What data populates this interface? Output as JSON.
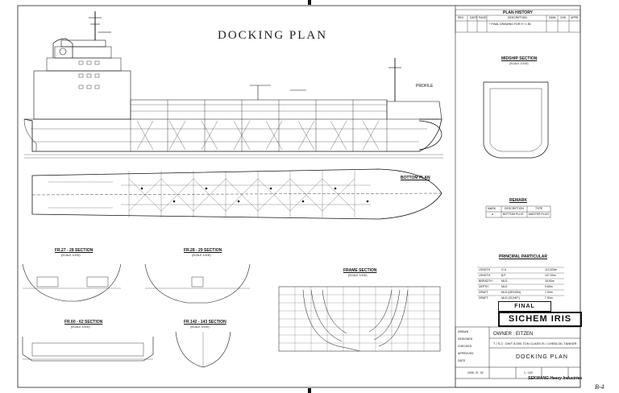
{
  "sheet": {
    "title": "DOCKING PLAN",
    "plan_history": {
      "heading": "PLAN HISTORY",
      "headers": [
        "REV.",
        "DATE",
        "PAGE",
        "DESCRIPTION",
        "DWN.",
        "CHK.",
        "APPR."
      ],
      "row": {
        "rev": "",
        "page": "",
        "description": "* FINAL DRAWING FOR H / 1 85."
      }
    },
    "midship_section": {
      "title": "MIDSHIP SECTION",
      "scale": "(SCALE 1/100)"
    },
    "profile_label": "PROFILE",
    "bottom_plan": {
      "title": "BOTTOM PLAN"
    },
    "remark": {
      "title": "REMARK",
      "headers": [
        "MARK",
        "DESCRIPTION",
        "TYPE"
      ],
      "row": {
        "mark": "●",
        "description": "BOTTOM PLUG",
        "type": "MASTER PLUG"
      }
    },
    "sections": [
      {
        "title": "FR.27 - 28 SECTION",
        "scale": "(SCALE 1/100)"
      },
      {
        "title": "FR.28 - 29 SECTION",
        "scale": "(SCALE 1/100)"
      },
      {
        "title": "FR.60 - 62 SECTION",
        "scale": "(SCALE 1/100)"
      },
      {
        "title": "FR.142 - 143 SECTION",
        "scale": "(SCALE 1/100)"
      }
    ],
    "frame_section": {
      "title": "FRAME SECTION",
      "scale": "(SCALE 1/100)"
    },
    "principal_particular": {
      "title": "PRINCIPAL PARTICULAR",
      "rows": [
        {
          "label": "LENGTH",
          "key": "O.A",
          "value": "113.200m"
        },
        {
          "label": "LENGTH",
          "key": "B.P",
          "value": "107.00m"
        },
        {
          "label": "BREADTH",
          "key": "MLD",
          "value": "18.60m"
        },
        {
          "label": "DEPTH",
          "key": "MLD",
          "value": "9.60m"
        },
        {
          "label": "DRAFT",
          "key": "MLD (DESIGN)",
          "value": "7.00m"
        },
        {
          "label": "DRAFT",
          "key": "MLD (SCANT.)",
          "value": "7.50m"
        }
      ]
    },
    "status": "FINAL",
    "ship_name": "SICHEM IRIS",
    "title_block": {
      "owner": "OWNER : EITZEN",
      "vessel": "T / S.2 : DWT 8,000 TON CLASS IS / CHEM-OIL TANKER",
      "drawing_title": "DOCKING PLAN",
      "builder": "SEKWANG Heavy Industries",
      "date": "2006. 07. 25",
      "scale": "1 : 100",
      "left_rows": [
        "DRAWN",
        "DESIGNED",
        "CHECKED",
        "APPROVED",
        "DATE"
      ]
    },
    "corner_note": "B-4"
  }
}
